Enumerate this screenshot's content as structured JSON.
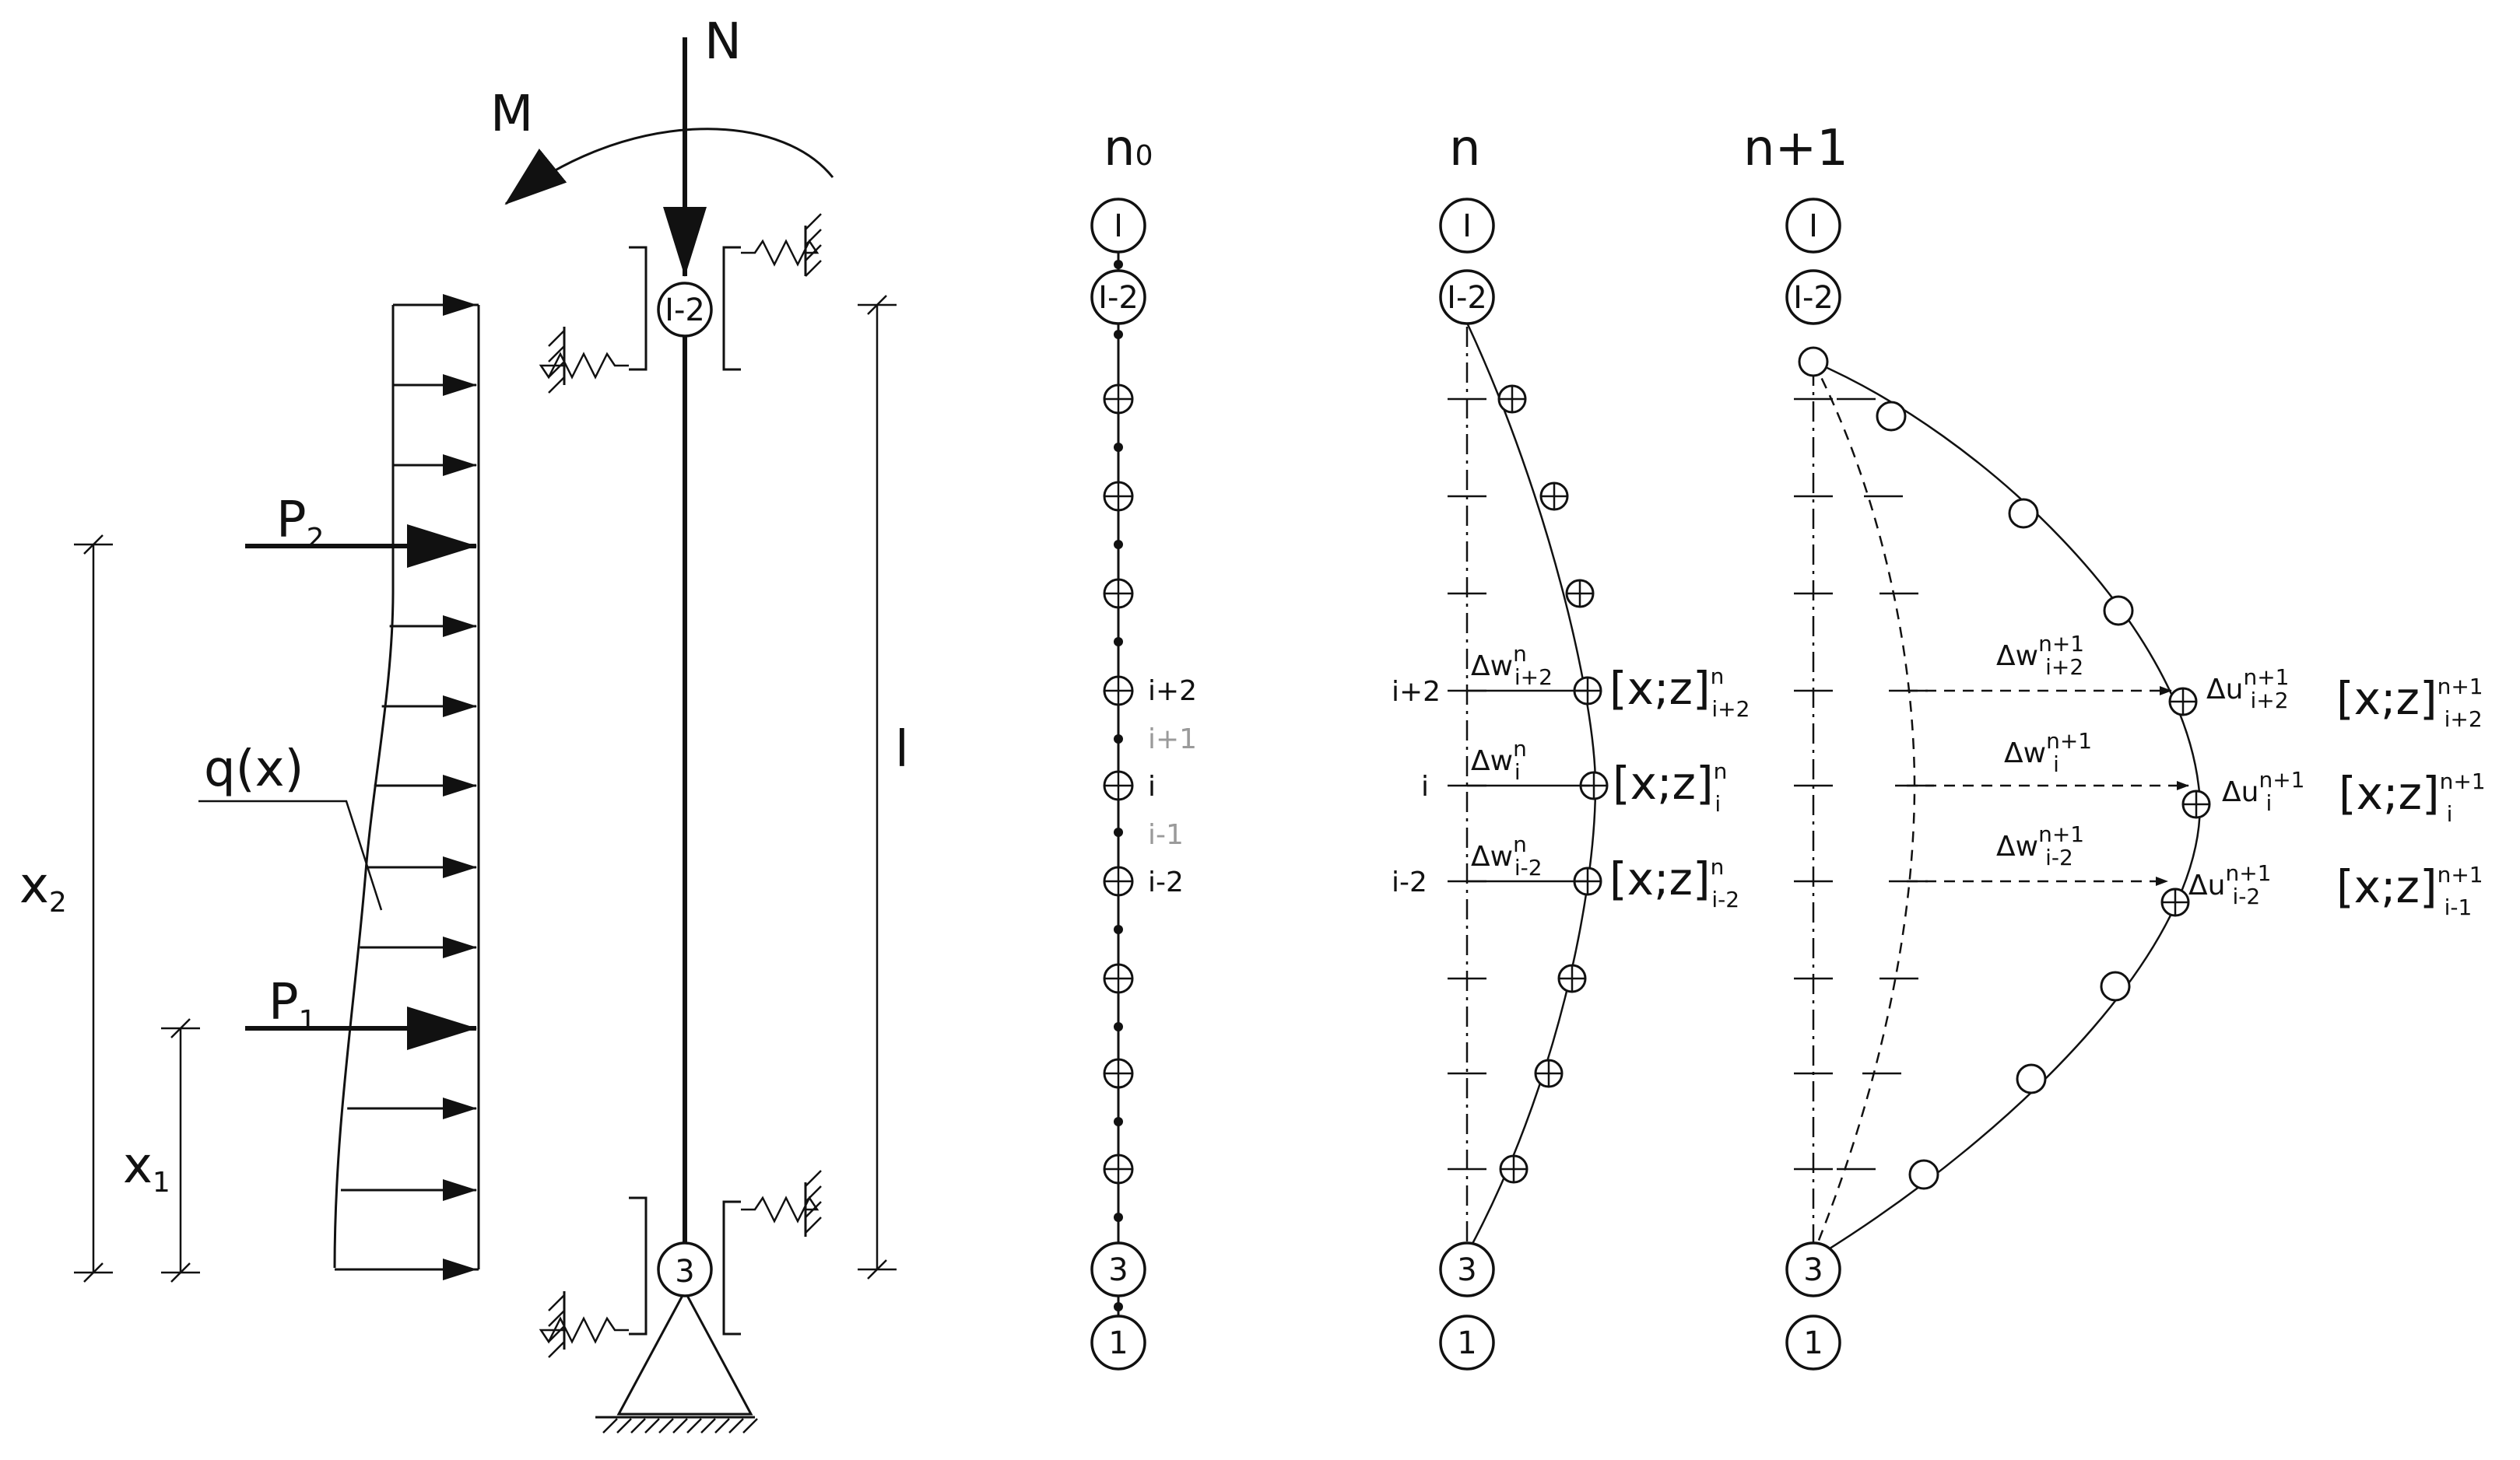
{
  "left_structure": {
    "axial_force": "N",
    "moment": "M",
    "load_point_1": "P",
    "load_point_1_sub": "1",
    "load_point_2": "P",
    "load_point_2_sub": "2",
    "distributed_load": "q(x)",
    "dim_x1": "x",
    "dim_x1_sub": "1",
    "dim_x2": "x",
    "dim_x2_sub": "2",
    "length": "l",
    "top_node": "I-2",
    "bottom_node": "3"
  },
  "stages": [
    {
      "label": "n",
      "label_sub": "0",
      "nodes": {
        "top": "I",
        "top2": "I-2",
        "bottom2": "3",
        "bottom": "1"
      },
      "index_labels": [
        {
          "text": "i+2",
          "grey": false
        },
        {
          "text": "i+1",
          "grey": true
        },
        {
          "text": "i",
          "grey": false
        },
        {
          "text": "i-1",
          "grey": true
        },
        {
          "text": "i-2",
          "grey": false
        }
      ]
    },
    {
      "label": "n",
      "nodes": {
        "top": "I",
        "top2": "I-2",
        "bottom2": "3",
        "bottom": "1"
      },
      "side_labels": [
        "i+2",
        "i",
        "i-2"
      ],
      "increments": [
        {
          "base": "Δw",
          "sub": "i+2",
          "sup": "n"
        },
        {
          "base": "Δw",
          "sub": "i",
          "sup": "n"
        },
        {
          "base": "Δw",
          "sub": "i-2",
          "sup": "n"
        }
      ],
      "coords": [
        {
          "base": "[x;z]",
          "sub": "i+2",
          "sup": "n"
        },
        {
          "base": "[x;z]",
          "sub": "i",
          "sup": "n"
        },
        {
          "base": "[x;z]",
          "sub": "i-2",
          "sup": "n"
        }
      ]
    },
    {
      "label": "n+1",
      "nodes": {
        "top": "I",
        "top2": "I-2",
        "bottom2": "3",
        "bottom": "1"
      },
      "increments": [
        {
          "base": "Δw",
          "sub": "i+2",
          "sup": "n+1"
        },
        {
          "base": "Δw",
          "sub": "i",
          "sup": "n+1"
        },
        {
          "base": "Δw",
          "sub": "i-2",
          "sup": "n+1"
        }
      ],
      "displacements": [
        {
          "base": "Δu",
          "sub": "i+2",
          "sup": "n+1"
        },
        {
          "base": "Δu",
          "sub": "i",
          "sup": "n+1"
        },
        {
          "base": "Δu",
          "sub": "i-2",
          "sup": "n+1"
        }
      ],
      "coords": [
        {
          "base": "[x;z]",
          "sub": "i+2",
          "sup": "n+1"
        },
        {
          "base": "[x;z]",
          "sub": "i",
          "sup": "n+1"
        },
        {
          "base": "[x;z]",
          "sub": "i-1",
          "sup": "n+1"
        }
      ]
    }
  ]
}
